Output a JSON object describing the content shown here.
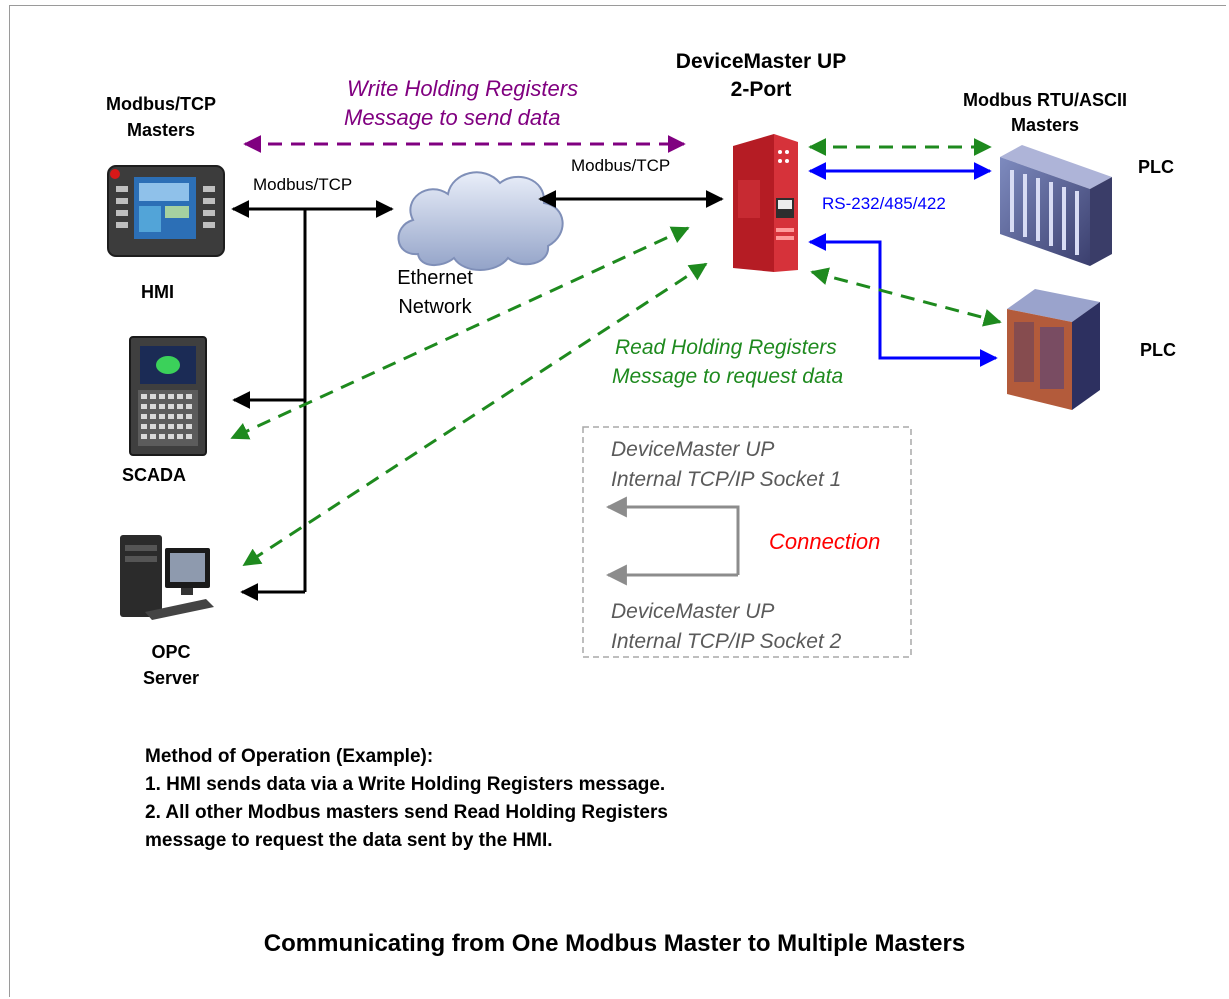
{
  "labels": {
    "modbus_tcp_masters": [
      "Modbus/TCP",
      "Masters"
    ],
    "devicemaster": [
      "DeviceMaster UP",
      "2-Port"
    ],
    "modbus_rtu_masters": [
      "Modbus RTU/ASCII",
      "Masters"
    ],
    "hmi": "HMI",
    "scada": "SCADA",
    "opc_server": [
      "OPC",
      "Server"
    ],
    "plc_top": "PLC",
    "plc_bottom": "PLC",
    "modbus_tcp_left": "Modbus/TCP",
    "modbus_tcp_right": "Modbus/TCP",
    "ethernet_network": [
      "Ethernet",
      "Network"
    ],
    "rs_port": "RS-232/485/422"
  },
  "annotations": {
    "write_message": [
      "Write Holding Registers",
      "Message to send data"
    ],
    "read_message": [
      "Read Holding Registers",
      "Message to request data"
    ]
  },
  "socket_box": {
    "socket1": [
      "DeviceMaster UP",
      "Internal TCP/IP Socket 1"
    ],
    "socket2": [
      "DeviceMaster UP",
      "Internal TCP/IP Socket 2"
    ],
    "connection_label": "Connection"
  },
  "method": {
    "heading": "Method of Operation (Example):",
    "lines": [
      "1. HMI sends data via a Write Holding Registers message.",
      "2. All other Modbus masters send Read Holding Registers",
      "message to request the data sent by the HMI."
    ]
  },
  "footer_title": "Communicating from One Modbus Master to Multiple Masters",
  "colors": {
    "write_arrow": "#800080",
    "read_arrow": "#1e8a1e",
    "serial_link": "#0000ff",
    "tcp_link": "#000000",
    "internal_link": "#8c8c8c",
    "connection_text": "#ff0000",
    "devicemaster_body": "#c8242c"
  },
  "icons": [
    "hmi-panel-icon",
    "scada-terminal-icon",
    "opc-server-computer-icon",
    "ethernet-cloud-icon",
    "devicemaster-gateway-icon",
    "plc-rack-icon",
    "plc-module-icon"
  ]
}
